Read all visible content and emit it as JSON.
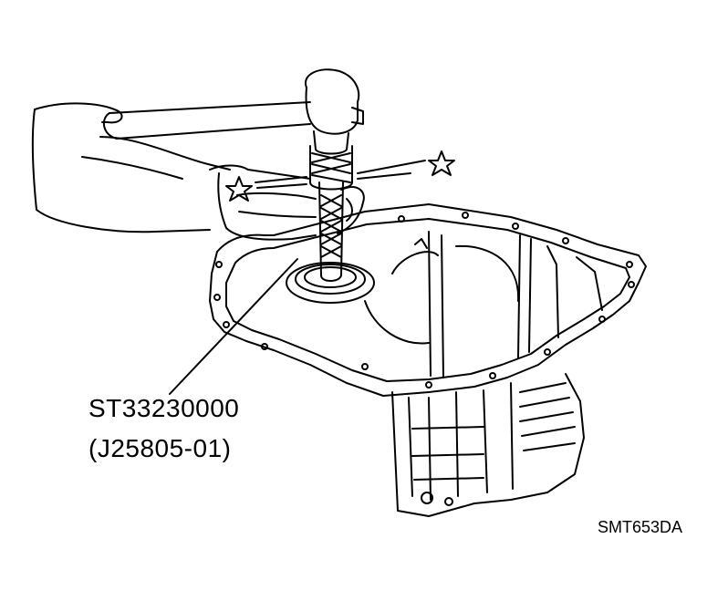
{
  "labels": {
    "tool_number": "ST33230000",
    "tool_alt_number": "(J25805-01)",
    "figure_code": "SMT653DA"
  },
  "colors": {
    "ink": "#000000",
    "paper": "#ffffff"
  }
}
